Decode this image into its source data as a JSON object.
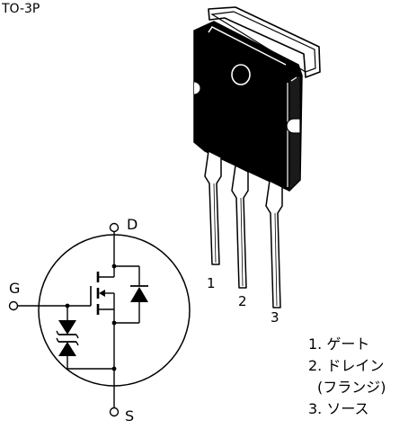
{
  "package_name": "TO-3P",
  "schematic": {
    "drain_label": "D",
    "gate_label": "G",
    "source_label": "S"
  },
  "pin_numbers": [
    "1",
    "2",
    "3"
  ],
  "pin_list": [
    "1. ゲート",
    "2. ドレイン",
    "(フランジ)",
    "3. ソース"
  ]
}
